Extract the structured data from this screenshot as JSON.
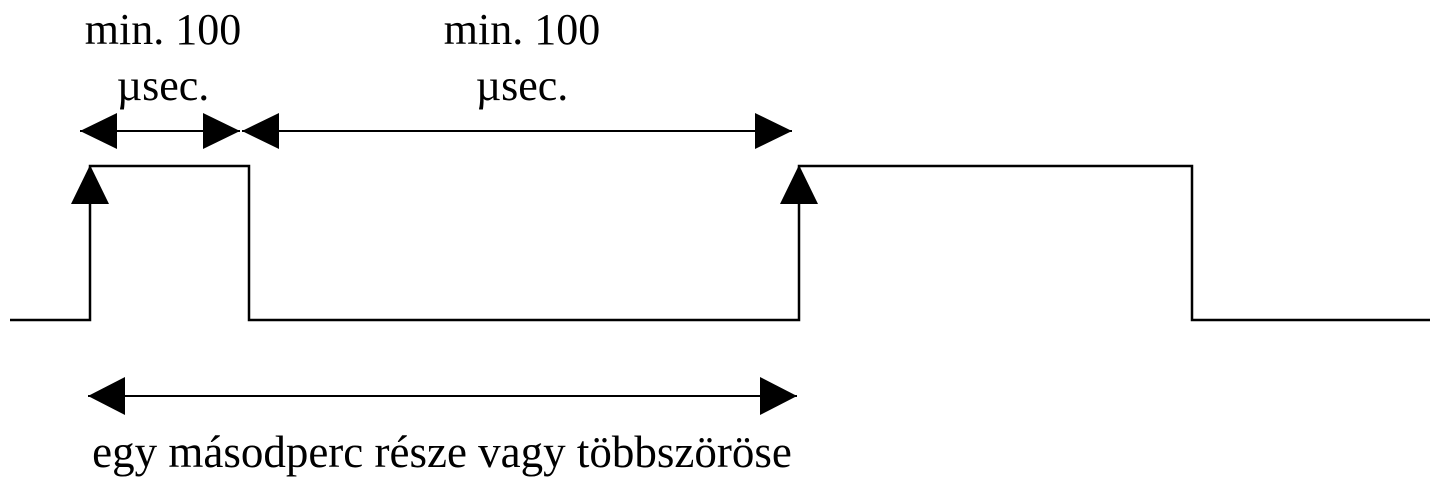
{
  "diagram": {
    "background_color": "#ffffff",
    "line_color": "#000000",
    "annotations": {
      "pulse_width_label": {
        "line1": "min. 100",
        "line2": "µsec."
      },
      "low_period_label": {
        "line1": "min. 100",
        "line2": "µsec."
      },
      "period_label": "egy másodperc része vagy többszöröse"
    },
    "icons": [
      "left-right-dimension-arrow-icon",
      "left-right-dimension-arrow-icon",
      "left-right-dimension-arrow-icon",
      "rising-edge-up-arrow-icon",
      "rising-edge-up-arrow-icon"
    ]
  }
}
